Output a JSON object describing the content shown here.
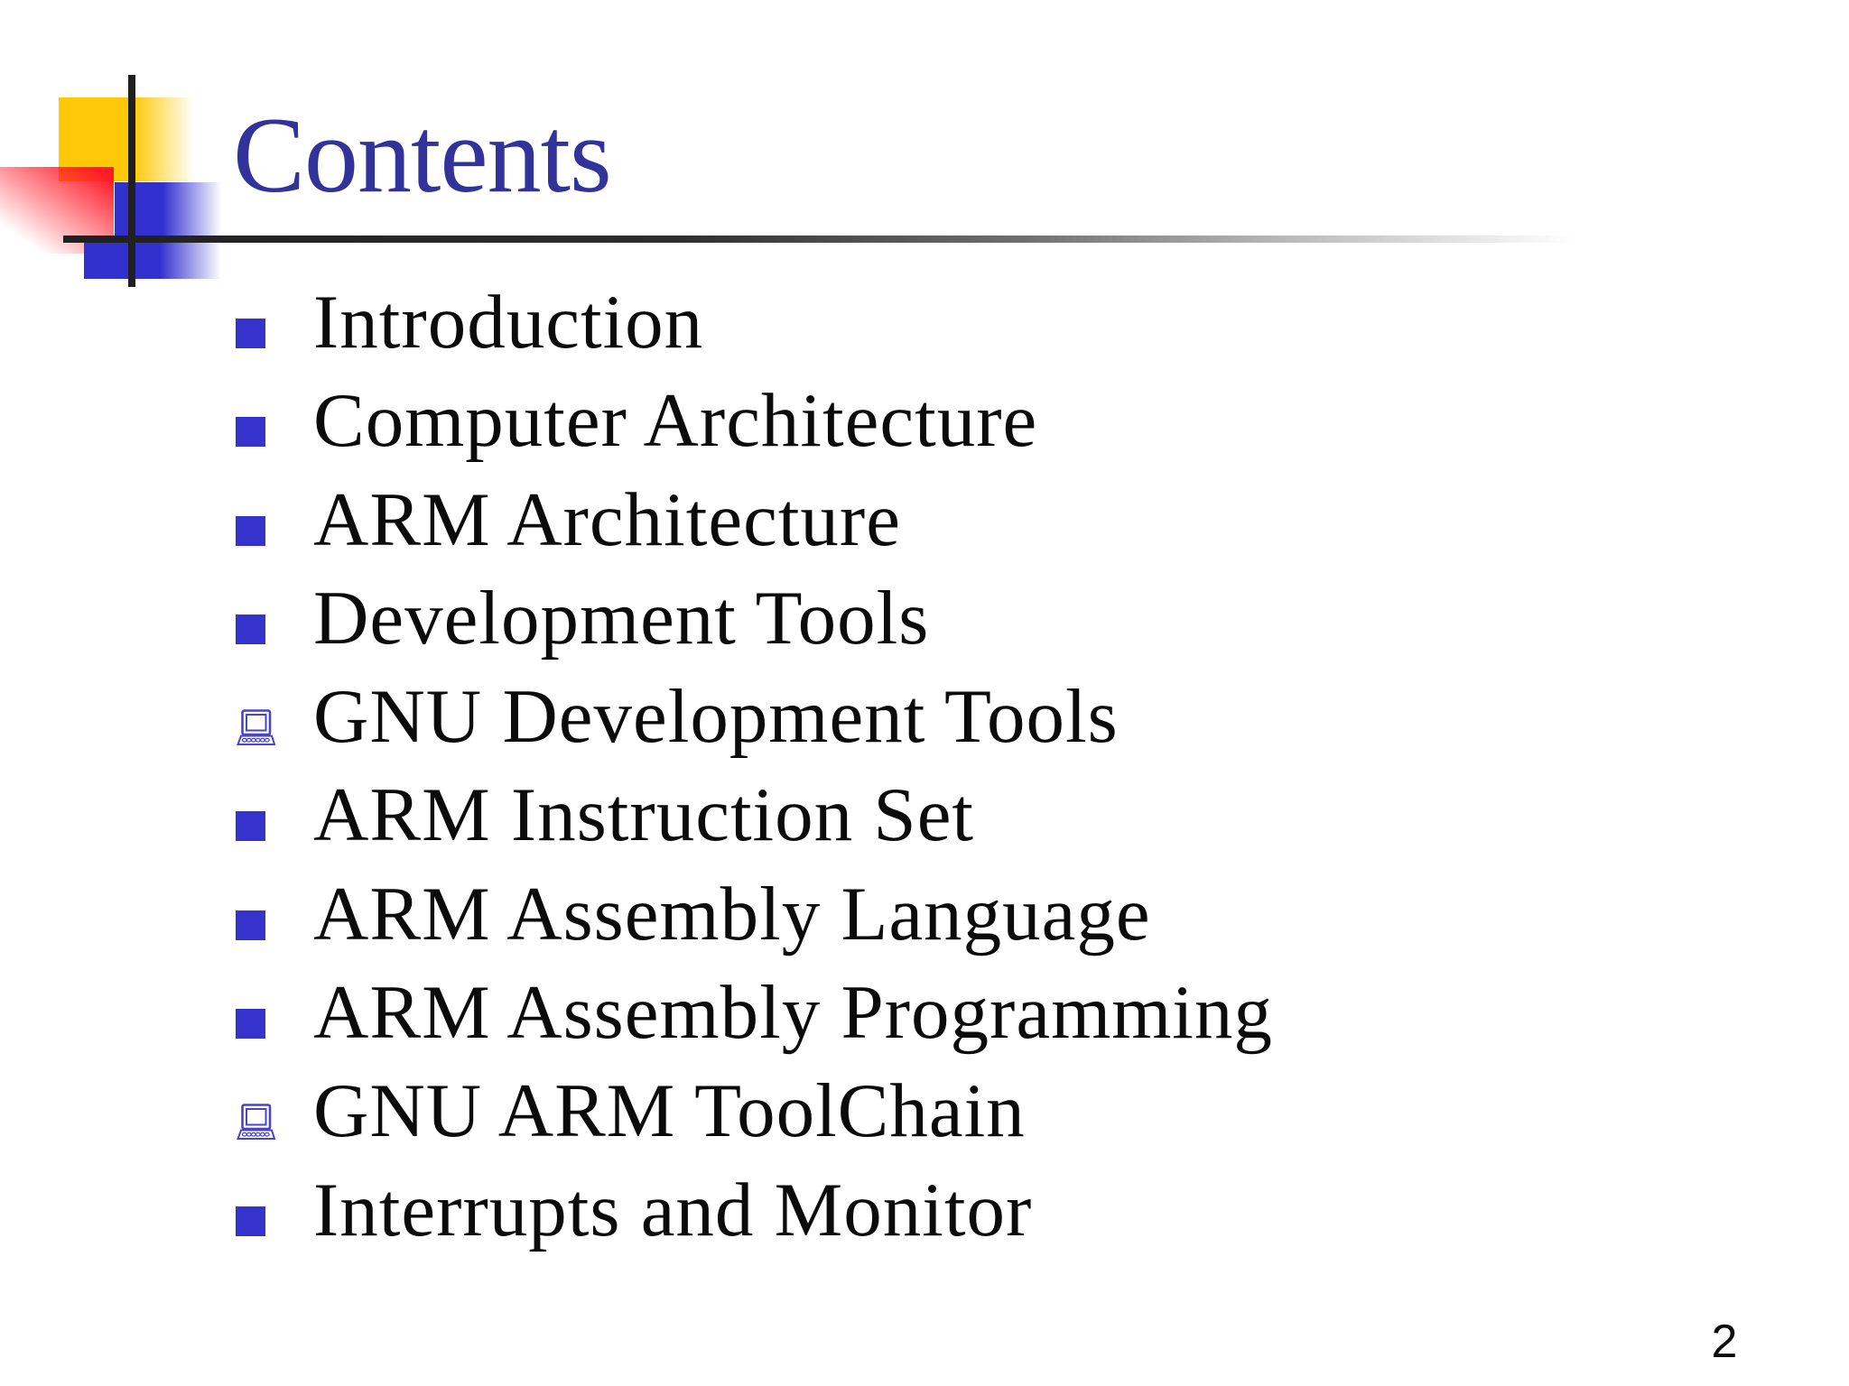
{
  "slide": {
    "title": "Contents",
    "page_number": "2",
    "list": {
      "items": [
        {
          "label": "Introduction",
          "marker": "square"
        },
        {
          "label": "Computer Architecture",
          "marker": "square"
        },
        {
          "label": "ARM Architecture",
          "marker": "square"
        },
        {
          "label": "Development Tools",
          "marker": "square"
        },
        {
          "label": "GNU Development Tools",
          "marker": "laptop"
        },
        {
          "label": "ARM Instruction Set",
          "marker": "square"
        },
        {
          "label": "ARM Assembly Language",
          "marker": "square"
        },
        {
          "label": "ARM Assembly Programming",
          "marker": "square"
        },
        {
          "label": "GNU ARM ToolChain",
          "marker": "laptop"
        },
        {
          "label": "Interrupts and Monitor",
          "marker": "square"
        }
      ]
    },
    "icons": {
      "square_bullet": "bullet-square-icon",
      "laptop_bullet": "laptop-icon"
    },
    "colors": {
      "background": "#ffffff",
      "title_blue": "#32329b",
      "text_black": "#0b0b0b",
      "bullet_blue": "#3533cb",
      "icon_blue": "#4a44c8",
      "accent_yellow": "#ffc808",
      "accent_red": "#ff1a28",
      "accent_blue": "#3230cf",
      "line_dark": "#202020"
    }
  }
}
